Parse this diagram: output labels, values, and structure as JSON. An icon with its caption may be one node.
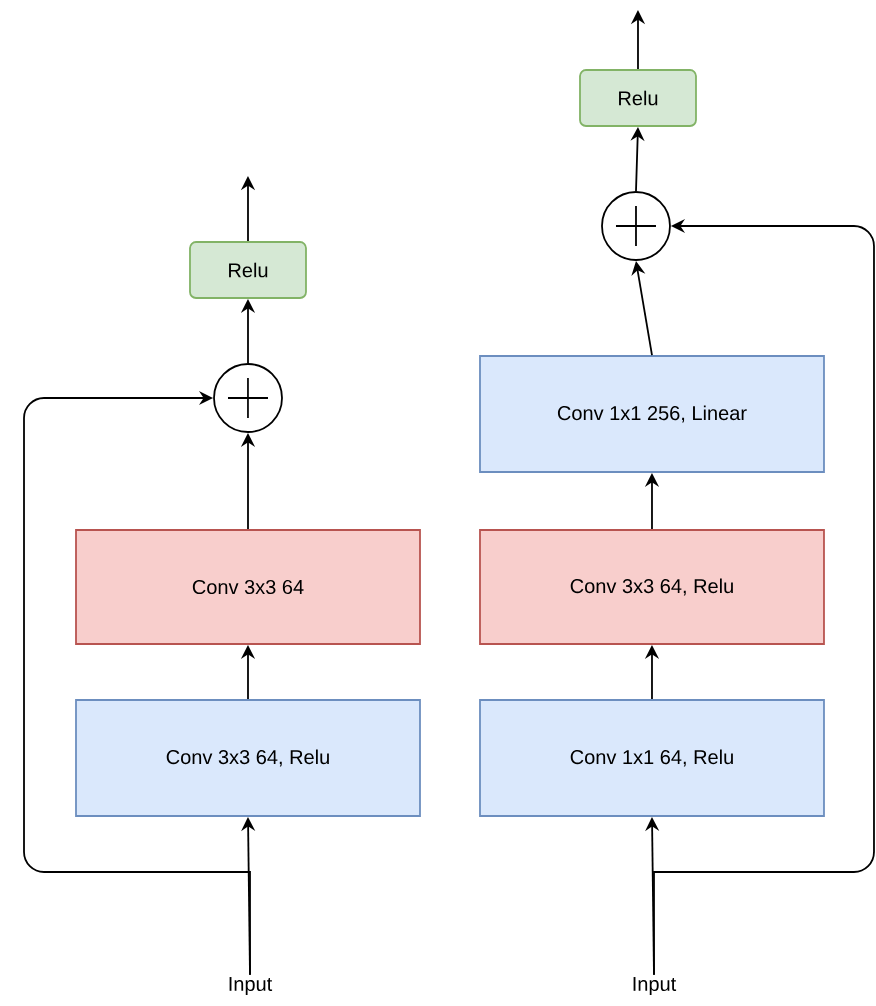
{
  "diagram": {
    "nodes": [
      {
        "text": [
          "Input"
        ]
      },
      {
        "text": [
          "Conv 3x3 64, Relu"
        ]
      },
      {
        "text": [
          "Conv 3x3 64"
        ]
      },
      {
        "text": [],
        "shape": "circle"
      },
      {
        "text": [
          "Relu"
        ]
      },
      {
        "text": [
          "Input"
        ]
      },
      {
        "text": [
          "Conv 1x1 64, Relu"
        ]
      },
      {
        "text": [
          "Conv 3x3 64, Relu"
        ]
      },
      {
        "text": [
          "Conv 1x1 256, Linear"
        ]
      },
      {
        "text": [],
        "shape": "circle"
      },
      {
        "text": [
          "Relu"
        ]
      }
    ],
    "edges": [
      {
        "from": 0,
        "to": 1,
        "arrow": "to"
      },
      {
        "from": 1,
        "to": 2,
        "arrow": "to"
      },
      {
        "from": 2,
        "to": 3,
        "arrow": "to"
      },
      {
        "from": 0,
        "to": 3,
        "arrow": "to"
      },
      {
        "from": 3,
        "to": 4,
        "arrow": "to"
      },
      {
        "from": 4,
        "to": null,
        "arrow": "to"
      },
      {
        "from": 5,
        "to": 6,
        "arrow": "to"
      },
      {
        "from": 6,
        "to": 7,
        "arrow": "to"
      },
      {
        "from": 7,
        "to": 8,
        "arrow": "to"
      },
      {
        "from": 8,
        "to": 9,
        "arrow": "to"
      },
      {
        "from": 5,
        "to": 9,
        "arrow": "to"
      },
      {
        "from": 9,
        "to": 10,
        "arrow": "to"
      },
      {
        "from": 10,
        "to": null,
        "arrow": "to"
      }
    ]
  }
}
